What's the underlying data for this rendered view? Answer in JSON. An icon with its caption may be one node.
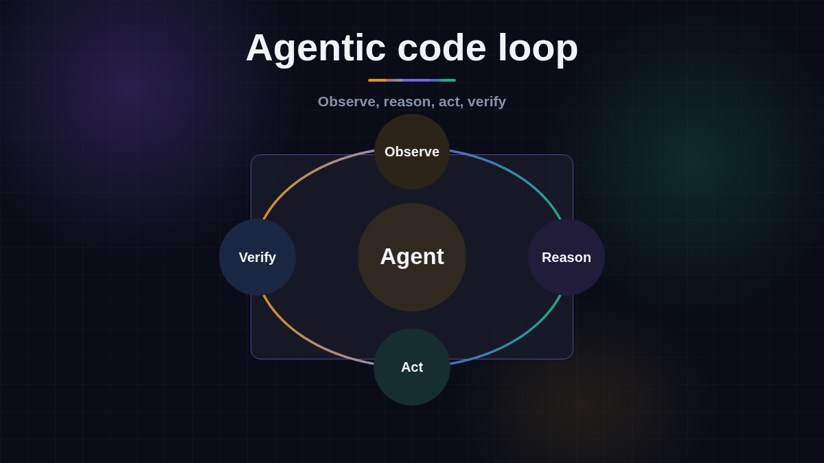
{
  "diagram": {
    "title": "Agentic code loop",
    "nodes": [
      {
        "text": [
          "Observe"
        ]
      },
      {
        "text": [],
        "shape": "box"
      },
      {
        "text": [
          "Verify"
        ]
      },
      {
        "text": [
          "Agent"
        ],
        "in": 1
      },
      {
        "text": [
          "Reason"
        ]
      },
      {
        "text": [
          "Act"
        ]
      }
    ],
    "edges": [
      {
        "from": 2,
        "to": 0,
        "arrow": "none"
      },
      {
        "from": 0,
        "to": 4,
        "arrow": "none"
      },
      {
        "from": 4,
        "to": 5,
        "arrow": "none"
      },
      {
        "from": 5,
        "to": 2,
        "arrow": "none"
      }
    ],
    "labels": [
      "Observe, reason, act, verify"
    ]
  }
}
